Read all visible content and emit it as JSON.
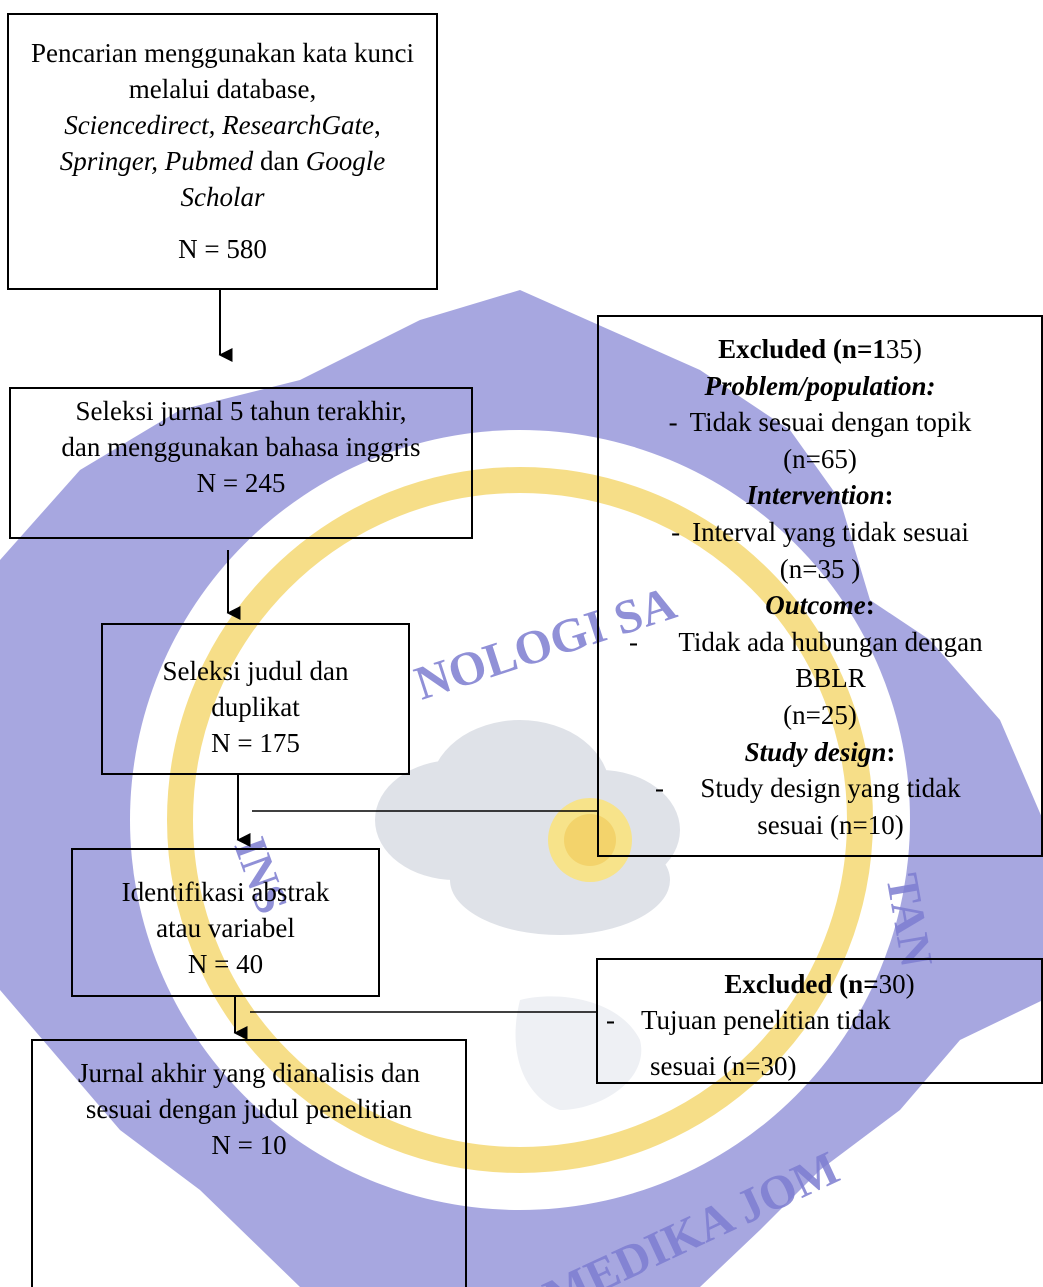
{
  "watermark": {
    "arc_top": "NOLOGI SA",
    "arc_left": "INS",
    "arc_right": "TAN",
    "arc_bottom": "IA MEDIKA JOM",
    "colors": {
      "blue": "#8080d2",
      "gold": "#f3d36b",
      "cloud": "#dcdfe6"
    }
  },
  "boxes": {
    "search": {
      "line1": "Pencarian menggunakan kata kunci melalui database,",
      "db1": "Sciencedirect, ResearchGate",
      "comma": ",",
      "db2": "Springer, Pubmed",
      "and": " dan ",
      "db3": "Google Scholar",
      "count": "N = 580"
    },
    "journal": {
      "line1": "Seleksi jurnal 5 tahun terakhir,",
      "line2": "dan menggunakan bahasa inggris",
      "count": "N = 245"
    },
    "title": {
      "line1": "Seleksi judul dan duplikat",
      "count": "N = 175"
    },
    "abstract": {
      "line1": "Identifikasi abstrak atau variabel",
      "count": "N = 40"
    },
    "final": {
      "line1": "Jurnal akhir yang dianalisis dan sesuai dengan judul penelitian",
      "count": "N = 10"
    },
    "excluded1": {
      "head_a": "Excluded (n=1",
      "head_b": "35)",
      "items": [
        {
          "cat": "Problem/population:",
          "colon": "",
          "dash": "-",
          "text": "Tidak sesuai dengan topik",
          "n": "(n=65)"
        },
        {
          "cat": "Intervention",
          "colon": ":",
          "dash": "-",
          "text": "Interval yang tidak sesuai",
          "n": "(n=35 )"
        },
        {
          "cat": "Outcome",
          "colon": ":",
          "dash": "-",
          "text": "Tidak ada hubungan dengan BBLR",
          "n": "(n=25)"
        },
        {
          "cat": "Study design",
          "colon": ":",
          "dash": "-",
          "text": "Study design yang tidak sesuai (n=10)",
          "n": ""
        }
      ]
    },
    "excluded2": {
      "head_a": "Excluded (n=",
      "head_b": "30)",
      "dash": "-",
      "line1": "Tujuan penelitian tidak",
      "line2": "sesuai (n=30)"
    }
  }
}
